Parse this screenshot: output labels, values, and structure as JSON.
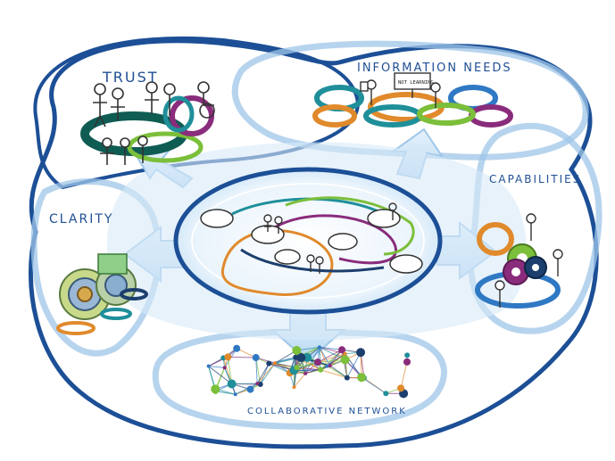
{
  "labels": {
    "trust": "TRUST",
    "information_needs": "INFORMATION NEEDS",
    "capabilities": "CAPABILITIES",
    "clarity": "CLARITY",
    "collaborative_network": "COLLABORATIVE NETWORK"
  },
  "signs": {
    "learning_sign": "NOT LEARNING"
  },
  "colors": {
    "outline": "#1c4f96",
    "arrow_fill": "#cfe6f8",
    "ring_teal": "#1f8f9a",
    "ring_orange": "#e08a2c",
    "ring_purple": "#8a2c7c",
    "ring_blue": "#2f78c4",
    "ring_navy": "#1c3f6e",
    "ring_green": "#7bbf3a",
    "ring_dark_green": "#0f5c53"
  },
  "icons": [
    "people-figures-icon",
    "wheelchair-figure-icon",
    "gear-icon",
    "spiral-disc-icon",
    "network-graph-icon",
    "sign-board-icon"
  ]
}
